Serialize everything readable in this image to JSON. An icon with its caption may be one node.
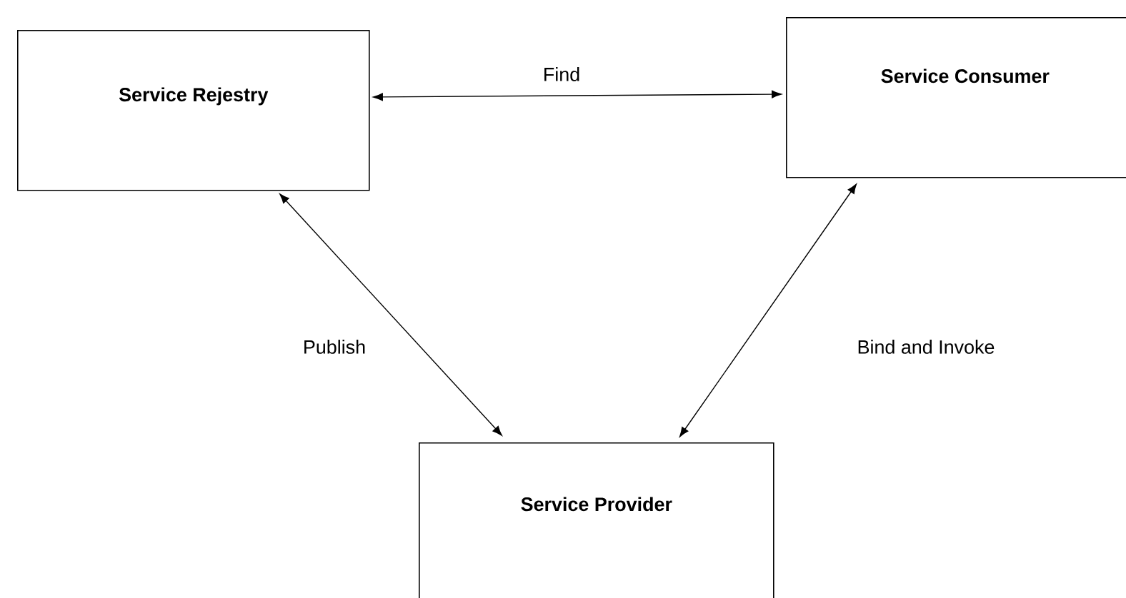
{
  "diagram": {
    "nodes": [
      {
        "text": [
          "Service Rejestry"
        ]
      },
      {
        "text": [
          "Service Consumer"
        ]
      },
      {
        "text": [
          "Service Provider"
        ]
      }
    ],
    "edges": [
      {
        "from": 0,
        "to": 1,
        "arrow": "both",
        "label": "Find"
      },
      {
        "from": 0,
        "to": 2,
        "arrow": "both",
        "label": "Publish"
      },
      {
        "from": 1,
        "to": 2,
        "arrow": "both",
        "label": "Bind and Invoke"
      }
    ]
  }
}
